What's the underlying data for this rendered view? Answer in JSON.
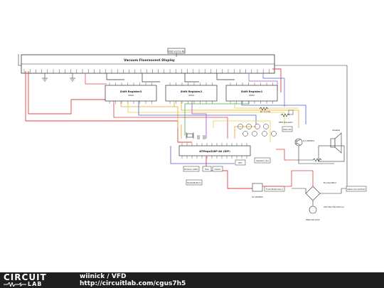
{
  "diagram": {
    "vfd_label": "Vacuum Fluorescent Display",
    "connector_label": "IVSD Vcd to NC",
    "shift_registers": [
      {
        "name": "Shift Register3",
        "part": "4094"
      },
      {
        "name": "Shift Register2",
        "part": "4094"
      },
      {
        "name": "Shift Register1",
        "part": "4094"
      }
    ],
    "mcu": {
      "name": "ATMega328P-AU (DIP)"
    },
    "labels": {
      "radio_rx": "Radio RX",
      "rf_transistor": "RFPA Transistor",
      "rtc": "RTC",
      "speaker": "Speaker",
      "dimmer_button": "Dimmer (ADC)",
      "plus_button": "Plus",
      "select_button": "Select",
      "radio_button": "Radio(Button)",
      "speaker_line": "Speaker Line",
      "front_buttons": "Front Buttons(L/)",
      "vreg": "5V LM7805",
      "bridge": "Dio Rectified",
      "transformer": "24V Wiz Transformer",
      "fuse": "ENG-ISO 6mA",
      "mains": "Cable Connect(AC)",
      "mpsa": "Q1 2N3904",
      "res_top": "R1 1.2 kΩ"
    }
  },
  "footer": {
    "logo_top": "CIRCUIT",
    "logo_bottom": "LAB",
    "author": "wiinick",
    "separator": " / ",
    "title": "VFD",
    "url": "http://circuitlab.com/cgus7h5"
  },
  "colors": {
    "red": "#e04040",
    "orange": "#f0a030",
    "yellow": "#e8d040",
    "blue": "#5060d0",
    "purple": "#a050c0",
    "green": "#40b040",
    "footer_bg": "#1f1f1f"
  }
}
